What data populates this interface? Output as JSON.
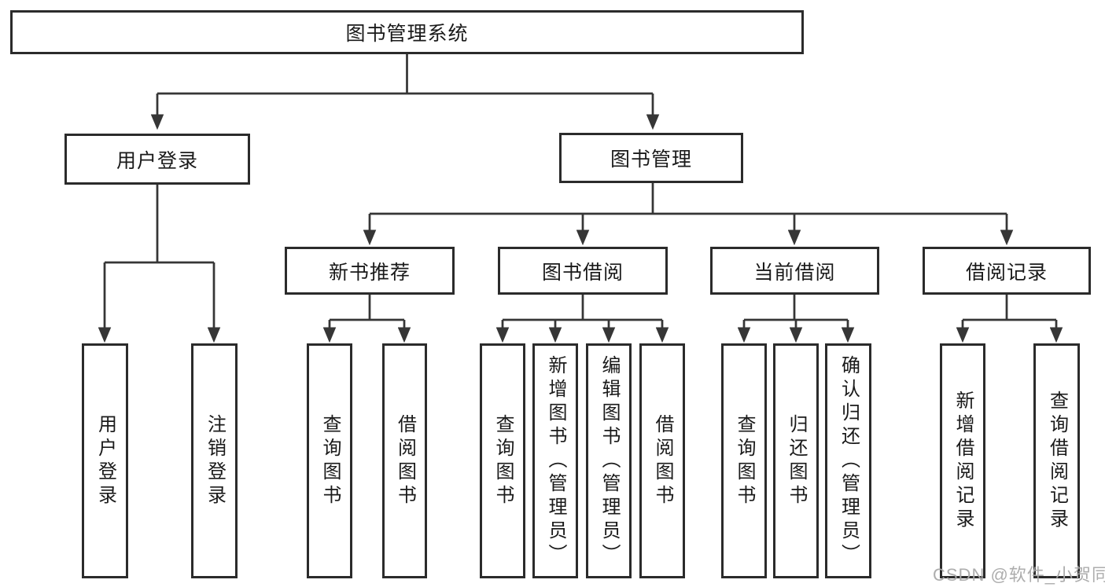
{
  "colors": {
    "line": "#363636",
    "box_border": "#2b2b2b",
    "box_background": "#ffffff",
    "text": "#1a1a1a",
    "watermark": "#a9a9a9",
    "page_background": "#ffffff"
  },
  "tree": {
    "root": "图书管理系统",
    "branches": [
      {
        "label": "用户登录",
        "leaves": [
          "用户登录",
          "注销登录"
        ]
      },
      {
        "label": "图书管理",
        "sections": [
          {
            "label": "新书推荐",
            "leaves": [
              "查询图书",
              "借阅图书"
            ]
          },
          {
            "label": "图书借阅",
            "leaves": [
              "查询图书",
              "新增图书（管理员）",
              "编辑图书（管理员）",
              "借阅图书"
            ]
          },
          {
            "label": "当前借阅",
            "leaves": [
              "查询图书",
              "归还图书",
              "确认归还（管理员）"
            ]
          },
          {
            "label": "借阅记录",
            "leaves": [
              "新增借阅记录",
              "查询借阅记录"
            ]
          }
        ]
      }
    ]
  },
  "watermark": {
    "text": "CSDN @软件_小贺同学"
  }
}
